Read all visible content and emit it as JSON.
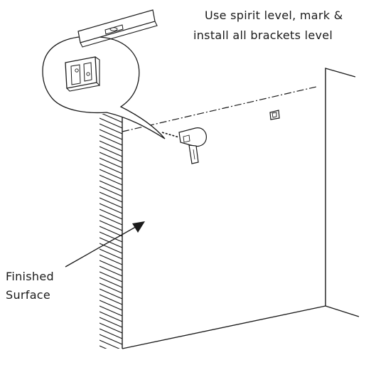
{
  "instruction": {
    "line1": "Use spirit level, mark &",
    "line2": "install all brackets level"
  },
  "surface_label": {
    "line1": "Finished",
    "line2": "Surface"
  },
  "icons": {
    "level": "spirit-level-icon",
    "bracket": "wall-bracket-icon",
    "drill": "power-drill-icon"
  },
  "colors": {
    "line": "#1a1a1a",
    "background": "#ffffff"
  }
}
